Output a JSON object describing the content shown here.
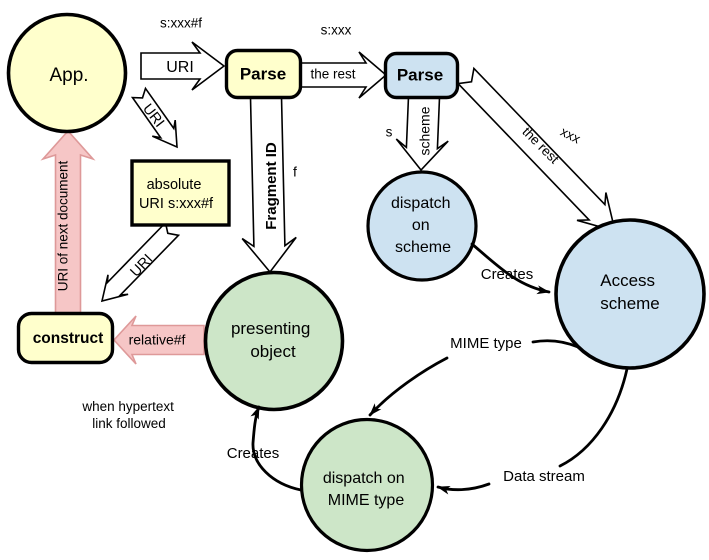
{
  "colors": {
    "yellow": "#FFFFCC",
    "blue": "#CDE2F1",
    "green": "#CDE6C8",
    "pink": "#F6C6C6",
    "pink_border": "#DE9999",
    "outline": "#000000"
  },
  "nodes": {
    "app": {
      "label": "App."
    },
    "parse_uri": {
      "label": "Parse"
    },
    "parse_rest": {
      "label": "Parse"
    },
    "dispatch_scheme": {
      "line1": "dispatch",
      "line2": "on",
      "line3": "scheme"
    },
    "access_scheme": {
      "line1": "Access",
      "line2": "scheme"
    },
    "presenting_object": {
      "line1": "presenting",
      "line2": "object"
    },
    "dispatch_mime": {
      "line1": "dispatch on",
      "line2": "MIME type"
    },
    "construct": {
      "label": "construct"
    },
    "absolute_uri": {
      "line1": "absolute",
      "line2": "URI s:xxx#f"
    }
  },
  "arrows": {
    "uri_to_parse": {
      "label": "URI",
      "annotation": "s:xxx#f"
    },
    "rest_to_parse": {
      "label": "the rest",
      "annotation": "s:xxx"
    },
    "fragment": {
      "label": "Fragment ID",
      "annotation": "f"
    },
    "scheme": {
      "label": "scheme",
      "annotation": "s"
    },
    "rest_to_access": {
      "label": "the rest",
      "annotation": "xxx"
    },
    "uri_to_absolute": {
      "label": "URI"
    },
    "absolute_to_construct": {
      "label": "URI"
    },
    "uri_next_document": {
      "label": "URI of next document"
    },
    "relative": {
      "label": "relative#f"
    },
    "creates_access": {
      "label": "Creates"
    },
    "creates_presenting": {
      "label": "Creates"
    },
    "mime_type": {
      "label": "MIME type"
    },
    "data_stream": {
      "label": "Data stream"
    }
  },
  "notes": {
    "when_line1": "when hypertext",
    "when_line2": "link followed"
  }
}
